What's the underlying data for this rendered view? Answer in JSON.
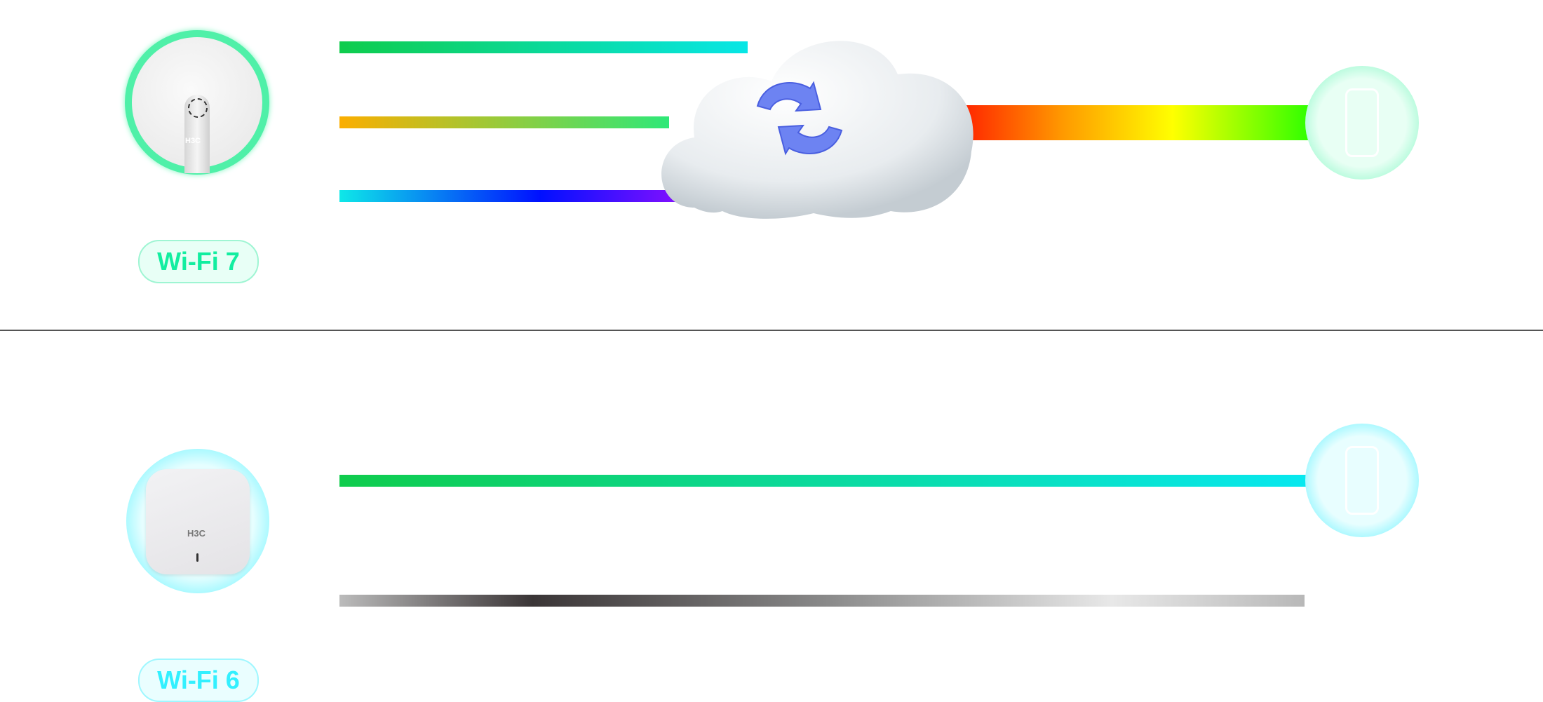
{
  "wifi7": {
    "label": "Wi-Fi 7",
    "accent": "#1cf0a0",
    "device_brand": "H3C"
  },
  "wifi6": {
    "label": "Wi-Fi 6",
    "accent": "#33f0ff",
    "device_brand": "H3C"
  },
  "icons": {
    "cloud": "cloud-sync-icon",
    "phone": "smartphone-icon"
  }
}
